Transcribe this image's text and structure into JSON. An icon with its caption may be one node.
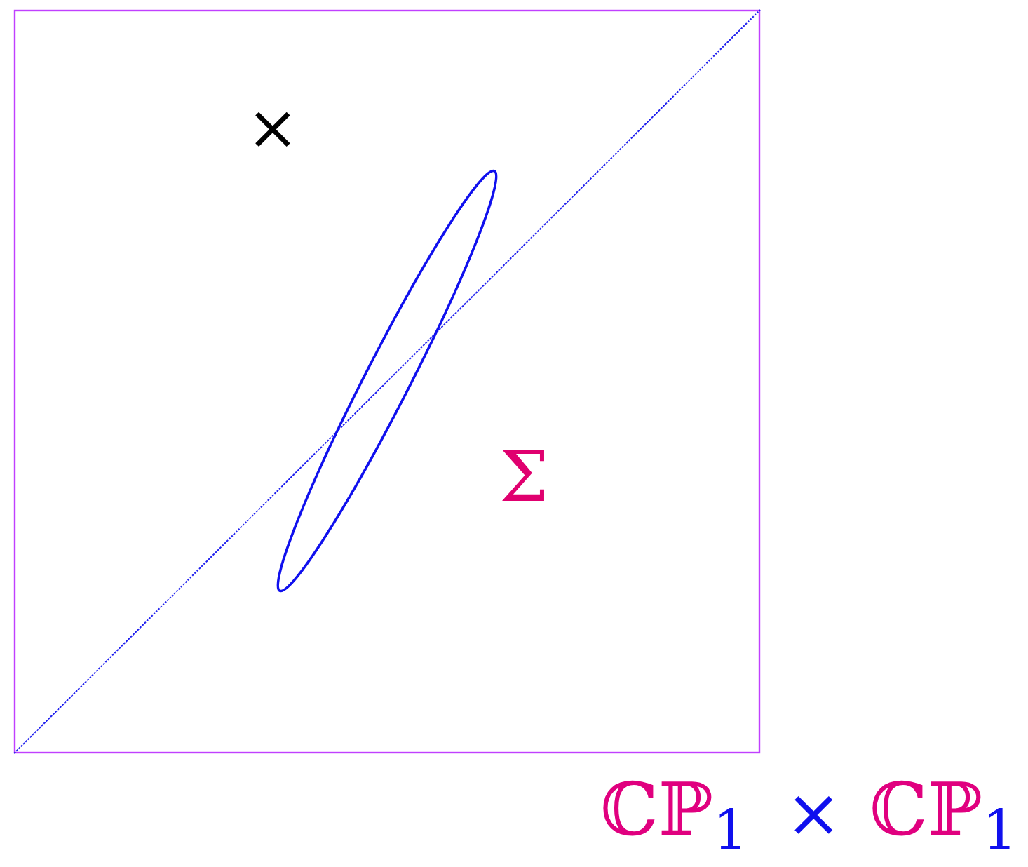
{
  "diagram": {
    "labels": [
      "×",
      "Σ",
      "ℂℙ$_{1}$",
      "×",
      "ℂℙ$_{1}$"
    ]
  }
}
